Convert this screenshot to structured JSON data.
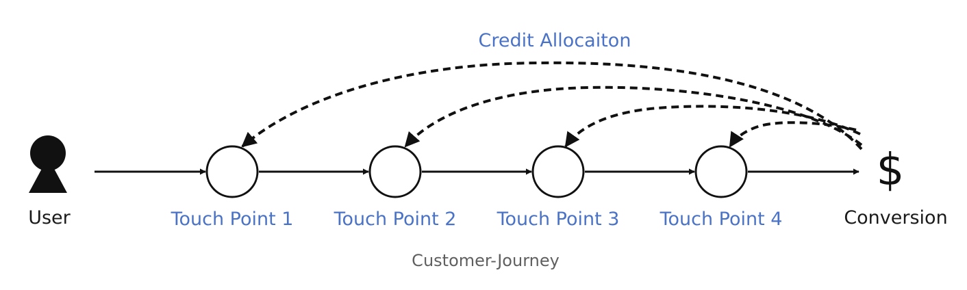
{
  "diagram": {
    "credit_label": "Credit Allocaiton",
    "user_label": "User",
    "touch_points": [
      {
        "label": "Touch Point 1"
      },
      {
        "label": "Touch Point 2"
      },
      {
        "label": "Touch Point 3"
      },
      {
        "label": "Touch Point 4"
      }
    ],
    "conversion_symbol": "$",
    "conversion_label": "Conversion",
    "caption": "Customer-Journey",
    "colors": {
      "line": "#111111",
      "touch_label": "#4a72c6",
      "caption": "#5f5f5f"
    },
    "icons": {
      "user": "user-icon",
      "conversion": "dollar-sign-icon"
    }
  }
}
